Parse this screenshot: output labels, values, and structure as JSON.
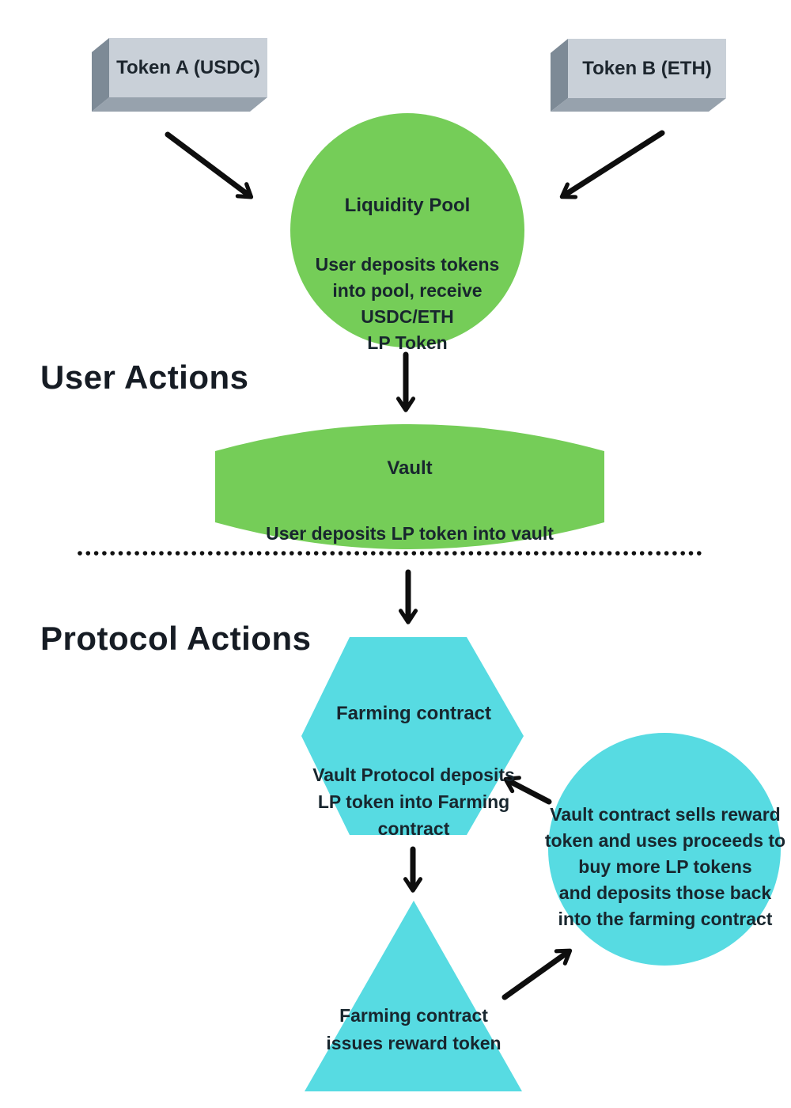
{
  "palette": {
    "green": "#75cd58",
    "cyan": "#57dbe2",
    "box_face": "#c9d0d8",
    "box_side": "#7d8a96",
    "box_bottom": "#97a2ad",
    "arrow": "#0e0e0e",
    "text_dark": "#18262e"
  },
  "headings": {
    "user_actions": "User Actions",
    "protocol_actions": "Protocol Actions"
  },
  "nodes": {
    "token_a": {
      "label": "Token A (USDC)"
    },
    "token_b": {
      "label": "Token B (ETH)"
    },
    "liquidity_pool": {
      "title": "Liquidity Pool",
      "body": "User deposits tokens\ninto pool, receive\nUSDC/ETH\nLP Token"
    },
    "vault": {
      "title": "Vault",
      "body": "User deposits LP token into vault"
    },
    "farming_contract": {
      "title": "Farming contract",
      "body": "Vault Protocol deposits\nLP token into Farming\ncontract"
    },
    "compound_loop": {
      "body": "Vault contract sells reward\ntoken and uses proceeds to\nbuy more LP tokens\nand deposits those back\ninto the farming contract"
    },
    "reward_token": {
      "body": "Farming contract\nissues reward token"
    }
  }
}
